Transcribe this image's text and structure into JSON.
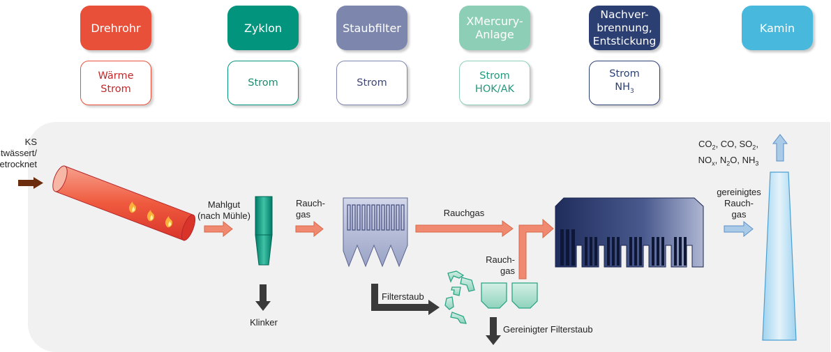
{
  "stages": [
    {
      "title": "Drehrohr",
      "inputs": "Wärme\nStrom",
      "color": "#e8503a",
      "text_color": "#c0292b"
    },
    {
      "title": "Zyklon",
      "inputs": "Strom",
      "color": "#02947c",
      "text_color": "#1f8a6f"
    },
    {
      "title": "Staubfilter",
      "inputs": "Strom",
      "color": "#7d86ad",
      "text_color": "#3f4672"
    },
    {
      "title": "XMercury-\nAnlage",
      "inputs_line1": "Strom",
      "inputs_line2": "HOK/AK",
      "color": "#8ccfb6",
      "text_color": "#1f9a7d"
    },
    {
      "title": "Nachver-\nbrennung,\nEntstickung",
      "inputs_line1": "Strom",
      "inputs_nh": "NH",
      "inputs_sub": "3",
      "color": "#2c3f72",
      "text_color": "#2c3f72"
    },
    {
      "title": "Kamin",
      "color": "#48b9dd"
    }
  ],
  "labels": {
    "ks": "KS\nentwässert/\ngetrocknet",
    "mahlgut": "Mahlgut\n(nach Mühle)",
    "rauchgas_1": "Rauch-\ngas",
    "rauchgas_2": "Rauchgas",
    "rauchgas_3": "Rauch-\ngas",
    "gereinigtes": "gereinigtes\nRauch-\ngas",
    "klinker": "Klinker",
    "filterstaub": "Filterstaub",
    "gereinigter_filterstaub": "Gereinigter Filterstaub"
  },
  "emissions": {
    "line1": [
      "CO",
      "2",
      ", CO, SO",
      "2",
      ","
    ],
    "line2": [
      "NO",
      "x",
      ", N",
      "2",
      "O, NH",
      "3"
    ]
  },
  "colors": {
    "panel": "#f1f1f1",
    "gas_arrow": "#ef8a70",
    "gas_arrow_stroke": "#d9674a",
    "clean_arrow": "#a9cbe8",
    "dark_arrow": "#3a3a3a",
    "brown_arrow": "#6b2d0e"
  }
}
